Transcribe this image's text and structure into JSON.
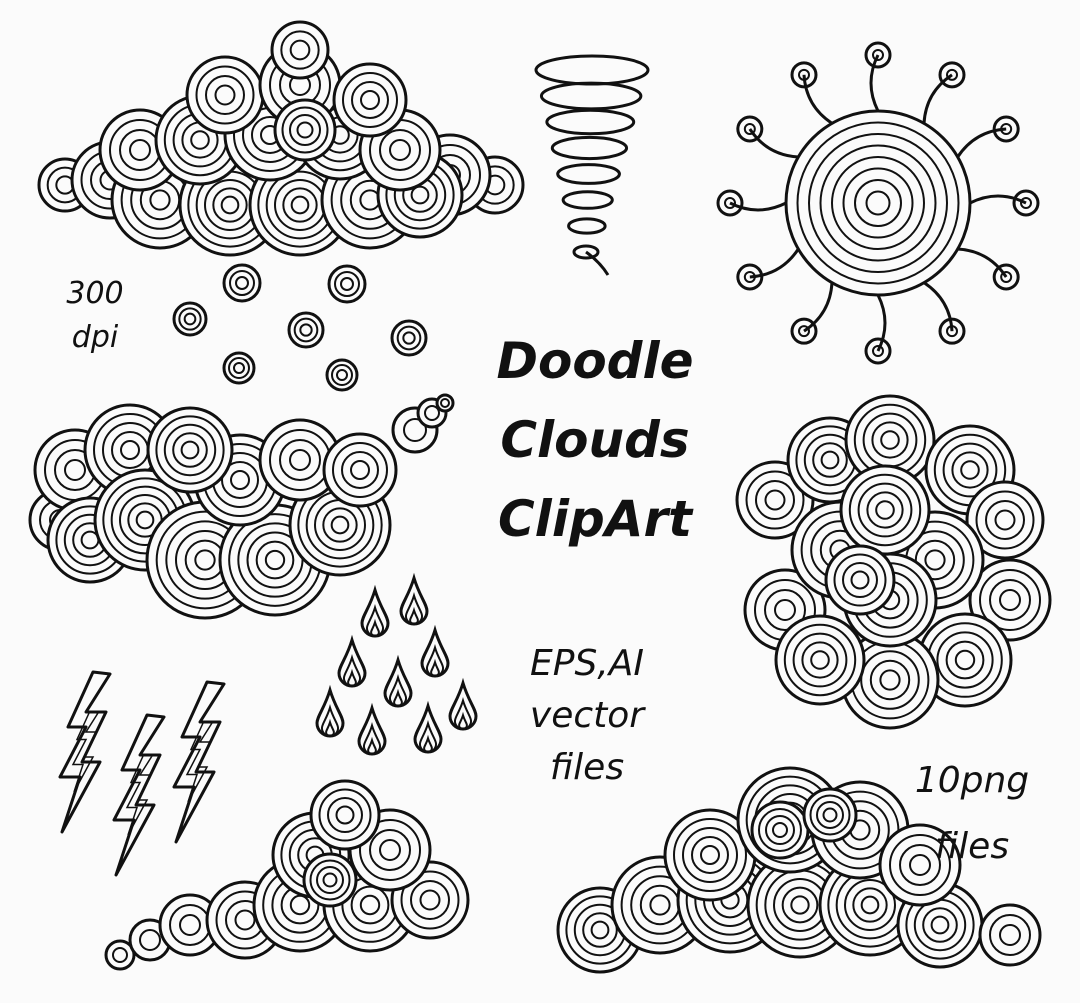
{
  "title_lines": [
    "Doodle",
    "Clouds",
    "ClipArt"
  ],
  "resolution_lines": [
    "300",
    "dpi"
  ],
  "format_lines": [
    "EPS,AI",
    "vector",
    "files"
  ],
  "png_lines": [
    "10png",
    "files"
  ],
  "colors": {
    "background": "#fbfbfb",
    "ink": "#111111"
  },
  "illustrations": [
    "doodle-cloud-icon",
    "tornado-icon",
    "swirl-sun-icon",
    "rain-dots-icon",
    "windy-cloud-icon",
    "round-cloud-icon",
    "raindrops-icon",
    "lightning-icon",
    "small-cloud-icon",
    "large-cloud-icon"
  ]
}
